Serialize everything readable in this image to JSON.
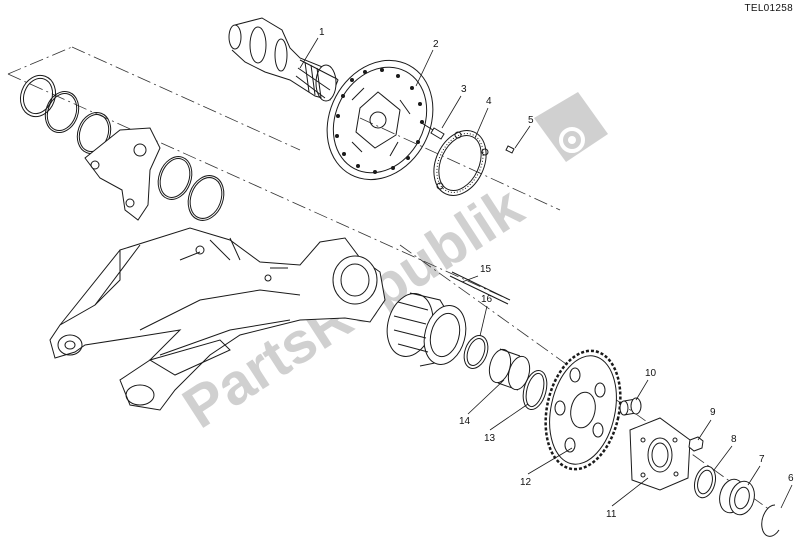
{
  "drawing_code": "TEL01258",
  "watermark": {
    "text": "PartsRepublik",
    "color": "#c8c8c8"
  },
  "callouts": [
    {
      "id": "1",
      "label": "1"
    },
    {
      "id": "2",
      "label": "2"
    },
    {
      "id": "3",
      "label": "3"
    },
    {
      "id": "4",
      "label": "4"
    },
    {
      "id": "5",
      "label": "5"
    },
    {
      "id": "6",
      "label": "6"
    },
    {
      "id": "7",
      "label": "7"
    },
    {
      "id": "8",
      "label": "8"
    },
    {
      "id": "9",
      "label": "9"
    },
    {
      "id": "10",
      "label": "10"
    },
    {
      "id": "11",
      "label": "11"
    },
    {
      "id": "12",
      "label": "12"
    },
    {
      "id": "13",
      "label": "13"
    },
    {
      "id": "14",
      "label": "14"
    },
    {
      "id": "15",
      "label": "15"
    },
    {
      "id": "16",
      "label": "16"
    }
  ],
  "colors": {
    "line": "#1a1a1a",
    "watermark": "#c8c8c8",
    "background": "#ffffff"
  }
}
